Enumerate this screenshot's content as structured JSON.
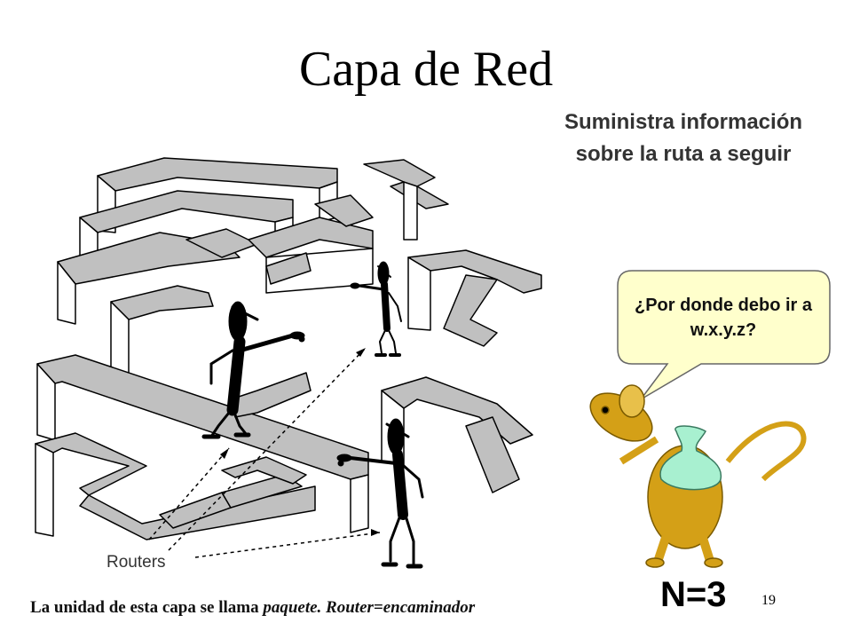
{
  "slide": {
    "title": "Capa de Red",
    "subtitle": "Suministra información sobre la ruta a seguir",
    "speech_bubble": "¿Por donde debo ir a  w.x.y.z?",
    "routers_label": "Routers",
    "footer": {
      "part1": "La unidad de esta capa se llama ",
      "part2": "paquete. Router=encaminador"
    },
    "layer_label": "N=3",
    "page_number": "19"
  },
  "colors": {
    "wall_top": "#c0c0c0",
    "wall_side": "#ffffff",
    "figure": "#000000",
    "mouse": "#d4a017",
    "bag": "#a8f0d0",
    "bubble_fill": "#ffffcc"
  }
}
